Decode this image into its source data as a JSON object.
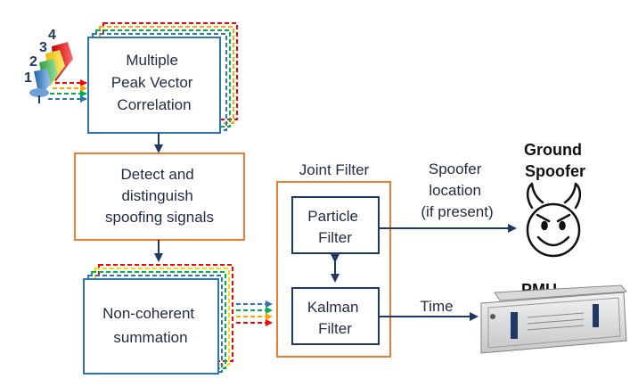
{
  "antenna": {
    "numbers": [
      "1",
      "2",
      "3",
      "4"
    ]
  },
  "boxes": {
    "mpvc": [
      "Multiple",
      "Peak Vector",
      "Correlation"
    ],
    "detect": [
      "Detect and",
      "distinguish",
      "spoofing signals"
    ],
    "noncoherent": [
      "Non-coherent",
      "summation"
    ],
    "joint_filter_title": "Joint Filter",
    "particle": [
      "Particle",
      "Filter"
    ],
    "kalman": [
      "Kalman",
      "Filter"
    ]
  },
  "outputs": {
    "spoofer_location": [
      "Spoofer",
      "location",
      "(if present)"
    ],
    "ground_spoofer": [
      "Ground",
      "Spoofer"
    ],
    "time": "Time",
    "pmu": "PMU"
  },
  "colors": {
    "blue_box": "#2e75b6",
    "orange_box": "#ed7d31",
    "arrow": "#1f3864",
    "dash_red": "#ff0000",
    "dash_orange": "#ffa500",
    "dash_green": "#00b050",
    "dash_blue": "#2e75b6",
    "dash_yellow": "#ffd700"
  }
}
